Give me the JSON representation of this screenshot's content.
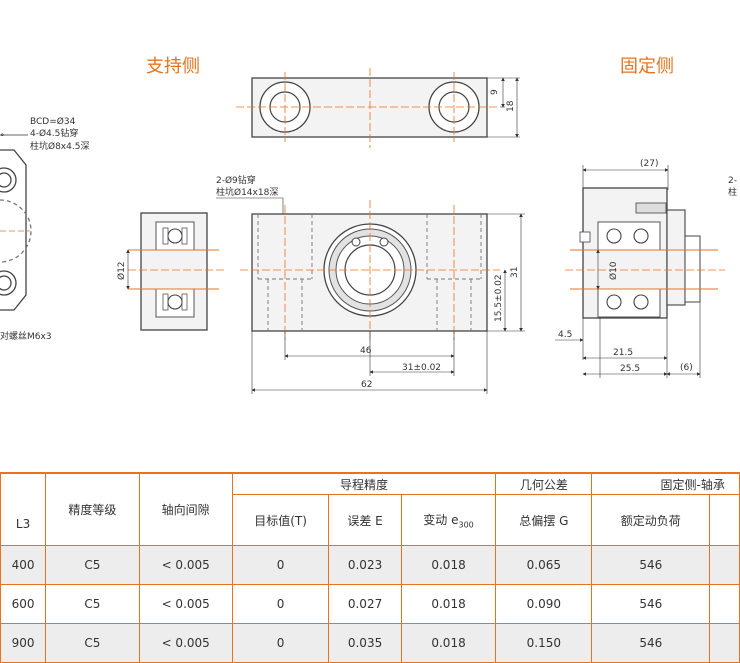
{
  "headings": {
    "support_side": "支持侧",
    "fixed_side": "固定侧"
  },
  "left_notes": {
    "bcd": "BCD=Ø34",
    "hole": "4-Ø4.5钻穿",
    "counterbore": "柱坑Ø8x4.5深",
    "screw": "对螺丝M6x3",
    "angle": "°"
  },
  "mid_notes": {
    "hole": "2-Ø9钻穿",
    "counterbore": "柱坑Ø14x18深"
  },
  "right_notes": {
    "partial1": "2-",
    "partial2": "柱"
  },
  "dims": {
    "top_9": "9",
    "top_18": "18",
    "side_d12": "Ø12",
    "front_31": "31",
    "front_155": "15.5±0.02",
    "front_46": "46",
    "front_31tol": "31±0.02",
    "front_62": "62",
    "fixed_27": "(27)",
    "fixed_d10": "Ø10",
    "fixed_45": "4.5",
    "fixed_215": "21.5",
    "fixed_255": "25.5",
    "fixed_6": "(6)"
  },
  "table": {
    "groups": {
      "lead_precision": "导程精度",
      "geometric_tolerance": "几何公差",
      "fixed_side_bearing": "固定侧-轴承"
    },
    "headers": {
      "l3": "L3",
      "grade": "精度等级",
      "axial_clearance": "轴向间隙",
      "target": "目标值(T)",
      "error": "误差 E",
      "variation": "变动 e",
      "variation_sub": "300",
      "total_runout": "总偏摆 G",
      "rated_load": "额定动负荷"
    },
    "rows": [
      {
        "l3": "400",
        "grade": "C5",
        "clearance": "< 0.005",
        "target": "0",
        "error": "0.023",
        "variation": "0.018",
        "runout": "0.065",
        "load": "546"
      },
      {
        "l3": "600",
        "grade": "C5",
        "clearance": "< 0.005",
        "target": "0",
        "error": "0.027",
        "variation": "0.018",
        "runout": "0.090",
        "load": "546"
      },
      {
        "l3": "900",
        "grade": "C5",
        "clearance": "< 0.005",
        "target": "0",
        "error": "0.035",
        "variation": "0.018",
        "runout": "0.150",
        "load": "546"
      }
    ]
  }
}
